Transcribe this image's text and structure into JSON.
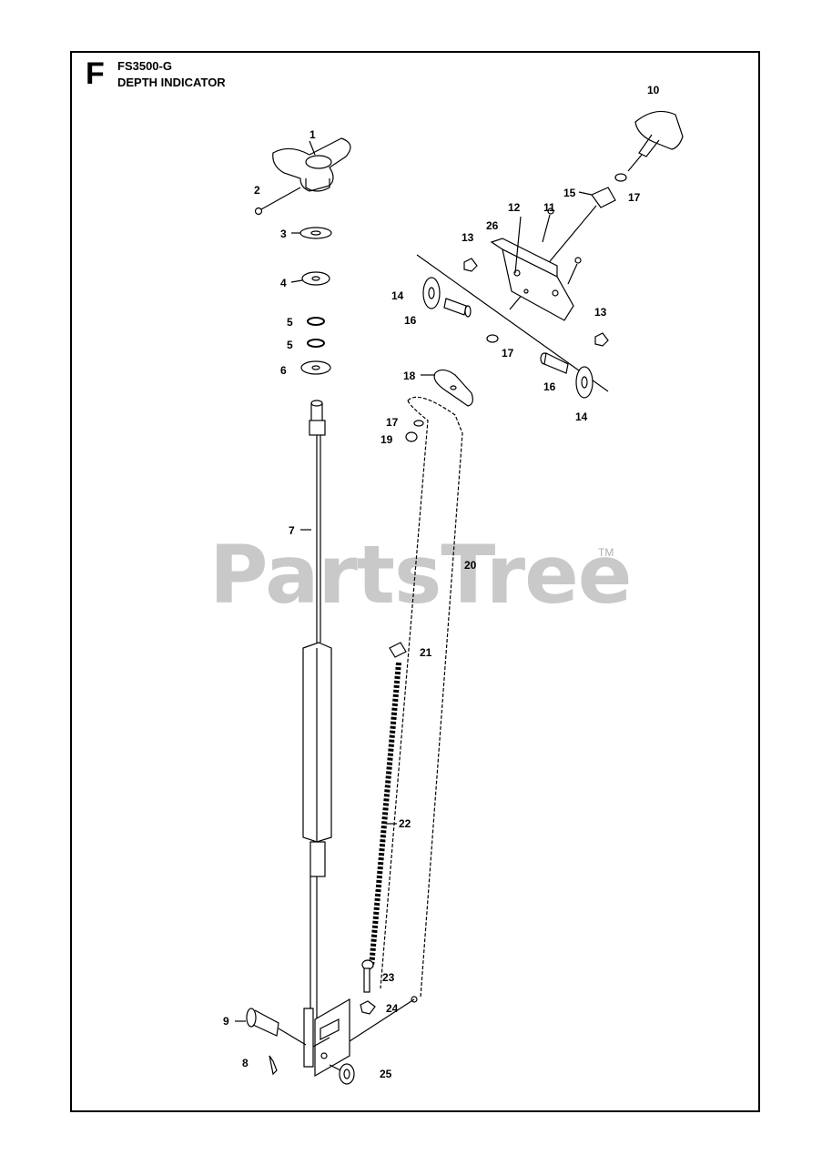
{
  "header": {
    "section_letter": "F",
    "model": "FS3500-G",
    "title": "DEPTH INDICATOR"
  },
  "watermark": {
    "text": "PartsTree",
    "tm": "TM"
  },
  "callouts": [
    {
      "id": "c1",
      "label": "1"
    },
    {
      "id": "c2",
      "label": "2"
    },
    {
      "id": "c3",
      "label": "3"
    },
    {
      "id": "c4",
      "label": "4"
    },
    {
      "id": "c5a",
      "label": "5"
    },
    {
      "id": "c5b",
      "label": "5"
    },
    {
      "id": "c6",
      "label": "6"
    },
    {
      "id": "c7",
      "label": "7"
    },
    {
      "id": "c8",
      "label": "8"
    },
    {
      "id": "c9",
      "label": "9"
    },
    {
      "id": "c10",
      "label": "10"
    },
    {
      "id": "c11",
      "label": "11"
    },
    {
      "id": "c12",
      "label": "12"
    },
    {
      "id": "c13a",
      "label": "13"
    },
    {
      "id": "c13b",
      "label": "13"
    },
    {
      "id": "c14a",
      "label": "14"
    },
    {
      "id": "c14b",
      "label": "14"
    },
    {
      "id": "c15",
      "label": "15"
    },
    {
      "id": "c16a",
      "label": "16"
    },
    {
      "id": "c16b",
      "label": "16"
    },
    {
      "id": "c17a",
      "label": "17"
    },
    {
      "id": "c17b",
      "label": "17"
    },
    {
      "id": "c17c",
      "label": "17"
    },
    {
      "id": "c18",
      "label": "18"
    },
    {
      "id": "c19",
      "label": "19"
    },
    {
      "id": "c20",
      "label": "20"
    },
    {
      "id": "c21",
      "label": "21"
    },
    {
      "id": "c22",
      "label": "22"
    },
    {
      "id": "c23",
      "label": "23"
    },
    {
      "id": "c24",
      "label": "24"
    },
    {
      "id": "c25",
      "label": "25"
    },
    {
      "id": "c26",
      "label": "26"
    }
  ]
}
